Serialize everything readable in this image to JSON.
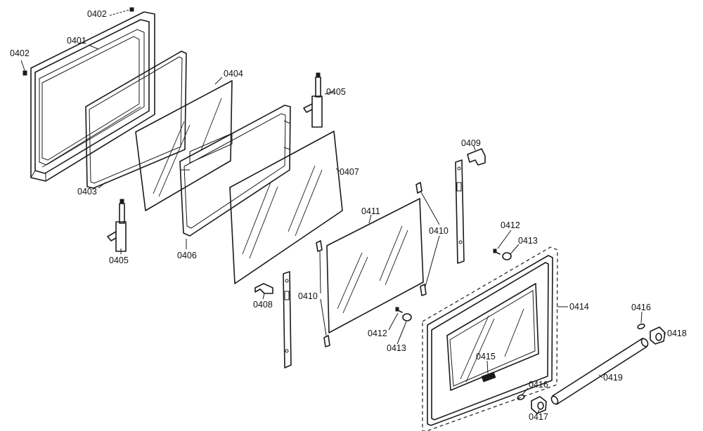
{
  "colors": {
    "line": "#1a1a1a",
    "background": "#ffffff"
  },
  "labels": {
    "p0401": "0401",
    "p0402a": "0402",
    "p0402b": "0402",
    "p0403": "0403",
    "p0404": "0404",
    "p0405a": "0405",
    "p0405b": "0405",
    "p0406": "0406",
    "p0407": "0407",
    "p0408": "0408",
    "p0409": "0409",
    "p0410a": "0410",
    "p0410b": "0410",
    "p0411": "0411",
    "p0412a": "0412",
    "p0412b": "0412",
    "p0413a": "0413",
    "p0413b": "0413",
    "p0414": "0414",
    "p0415": "0415",
    "p0416a": "0416",
    "p0416b": "0416",
    "p0417": "0417",
    "p0418": "0418",
    "p0419": "0419"
  }
}
